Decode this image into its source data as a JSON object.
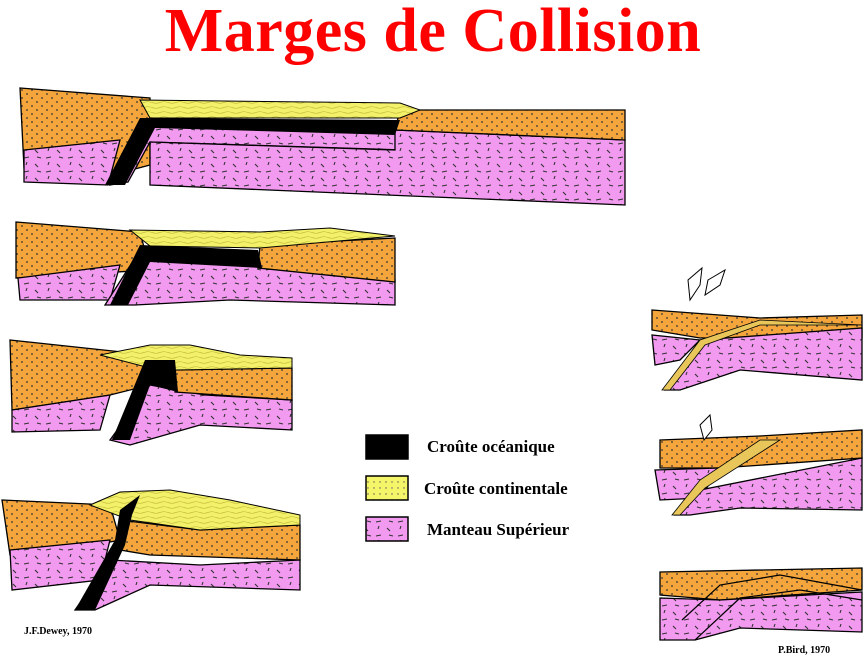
{
  "title": "Marges de Collision",
  "legend": {
    "oceanic": "Croûte océanique",
    "continental": "Croûte continentale",
    "mantle": "Manteau Supérieur"
  },
  "credits": {
    "left": "J.F.Dewey, 1970",
    "right": "P.Bird, 1970"
  },
  "colors": {
    "title": "#ff0000",
    "oceanic_crust": "#000000",
    "continental_crust_legend": "#f5f56a",
    "continental_block": "#f4a63c",
    "sediment": "#f3f06a",
    "upper_mantle": "#f29af0"
  }
}
